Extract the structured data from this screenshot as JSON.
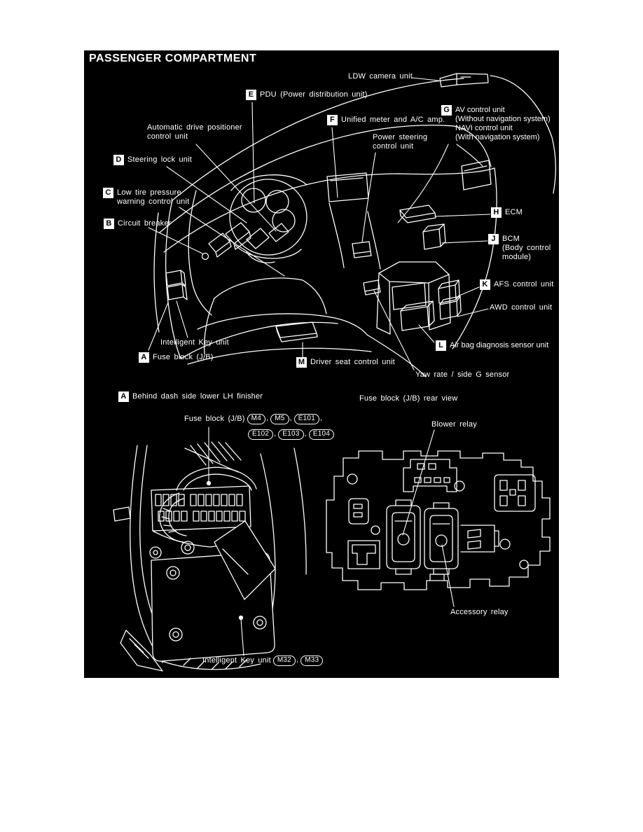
{
  "title": "PASSENGER COMPARTMENT",
  "colors": {
    "panel_bg": "#000000",
    "ink": "#ffffff"
  },
  "upper": {
    "labels": [
      {
        "badge": "",
        "text": "LDW camera unit"
      },
      {
        "badge": "E",
        "text": "PDU (Power distribution unit)"
      },
      {
        "badge": "",
        "text": "Automatic drive positioner\ncontrol unit"
      },
      {
        "badge": "F",
        "text": "Unified meter and A/C amp."
      },
      {
        "badge": "",
        "text": "Power steering\ncontrol unit"
      },
      {
        "badge": "G",
        "text": "AV control unit\n(Without navigation system)\nNAVI control unit\n(With navigation system)"
      },
      {
        "badge": "D",
        "text": "Steering lock unit"
      },
      {
        "badge": "C",
        "text": "Low tire pressure\nwarning control unit"
      },
      {
        "badge": "B",
        "text": "Circuit breaker"
      },
      {
        "badge": "H",
        "text": "ECM"
      },
      {
        "badge": "J",
        "text": "BCM\n(Body control\nmodule)"
      },
      {
        "badge": "K",
        "text": "AFS control unit"
      },
      {
        "badge": "",
        "text": "AWD control unit"
      },
      {
        "badge": "L",
        "text": "Air bag diagnosis sensor unit"
      },
      {
        "badge": "",
        "text": "Yaw rate / side G sensor"
      },
      {
        "badge": "M",
        "text": "Driver seat control unit"
      },
      {
        "badge": "",
        "text": "Intelligent Key unit"
      },
      {
        "badge": "A",
        "text": "Fuse block (J/B)"
      }
    ]
  },
  "lower_left": {
    "header_badge": "A",
    "header": "Behind dash side lower LH finisher",
    "fuse_block_label": "Fuse block (J/B)",
    "connectors_row1": [
      "M4",
      "M5",
      "E101"
    ],
    "connectors_row2": [
      "E102",
      "E103",
      "E104"
    ],
    "intelligent_key_label": "Intelligent Key unit",
    "intelligent_key_connectors": [
      "M32",
      "M33"
    ]
  },
  "lower_right": {
    "header": "Fuse block (J/B) rear view",
    "blower_label": "Blower relay",
    "accessory_label": "Accessory relay"
  }
}
